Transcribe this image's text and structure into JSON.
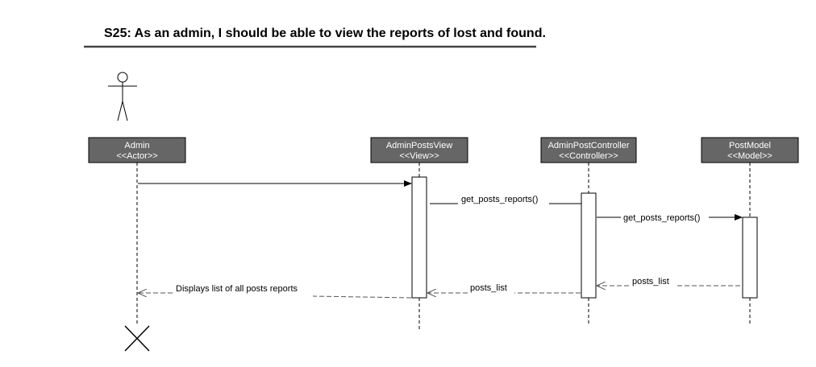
{
  "title": "S25: As an admin, I should be able to view the reports of lost and found.",
  "colors": {
    "box_fill": "#666666",
    "line": "#000000",
    "return_line": "#555555",
    "title_rule": "#444444"
  },
  "participants": [
    {
      "name": "Admin",
      "stereotype": "<<Actor>>"
    },
    {
      "name": "AdminPostsView",
      "stereotype": "<<View>>"
    },
    {
      "name": "AdminPostController",
      "stereotype": "<<Controller>>"
    },
    {
      "name": "PostModel",
      "stereotype": "<<Model>>"
    }
  ],
  "messages": [
    {
      "from": "Admin",
      "to": "AdminPostsView",
      "label": "",
      "kind": "sync"
    },
    {
      "from": "AdminPostsView",
      "to": "AdminPostController",
      "label": "get_posts_reports()",
      "kind": "sync"
    },
    {
      "from": "AdminPostController",
      "to": "PostModel",
      "label": "get_posts_reports()",
      "kind": "sync"
    },
    {
      "from": "PostModel",
      "to": "AdminPostController",
      "label": "posts_list",
      "kind": "return"
    },
    {
      "from": "AdminPostController",
      "to": "AdminPostsView",
      "label": "posts_list",
      "kind": "return"
    },
    {
      "from": "AdminPostsView",
      "to": "Admin",
      "label": "Displays list of all posts reports",
      "kind": "return"
    }
  ],
  "icons": {
    "actor": "stick-figure-icon",
    "destroy": "destroy-x-icon"
  }
}
